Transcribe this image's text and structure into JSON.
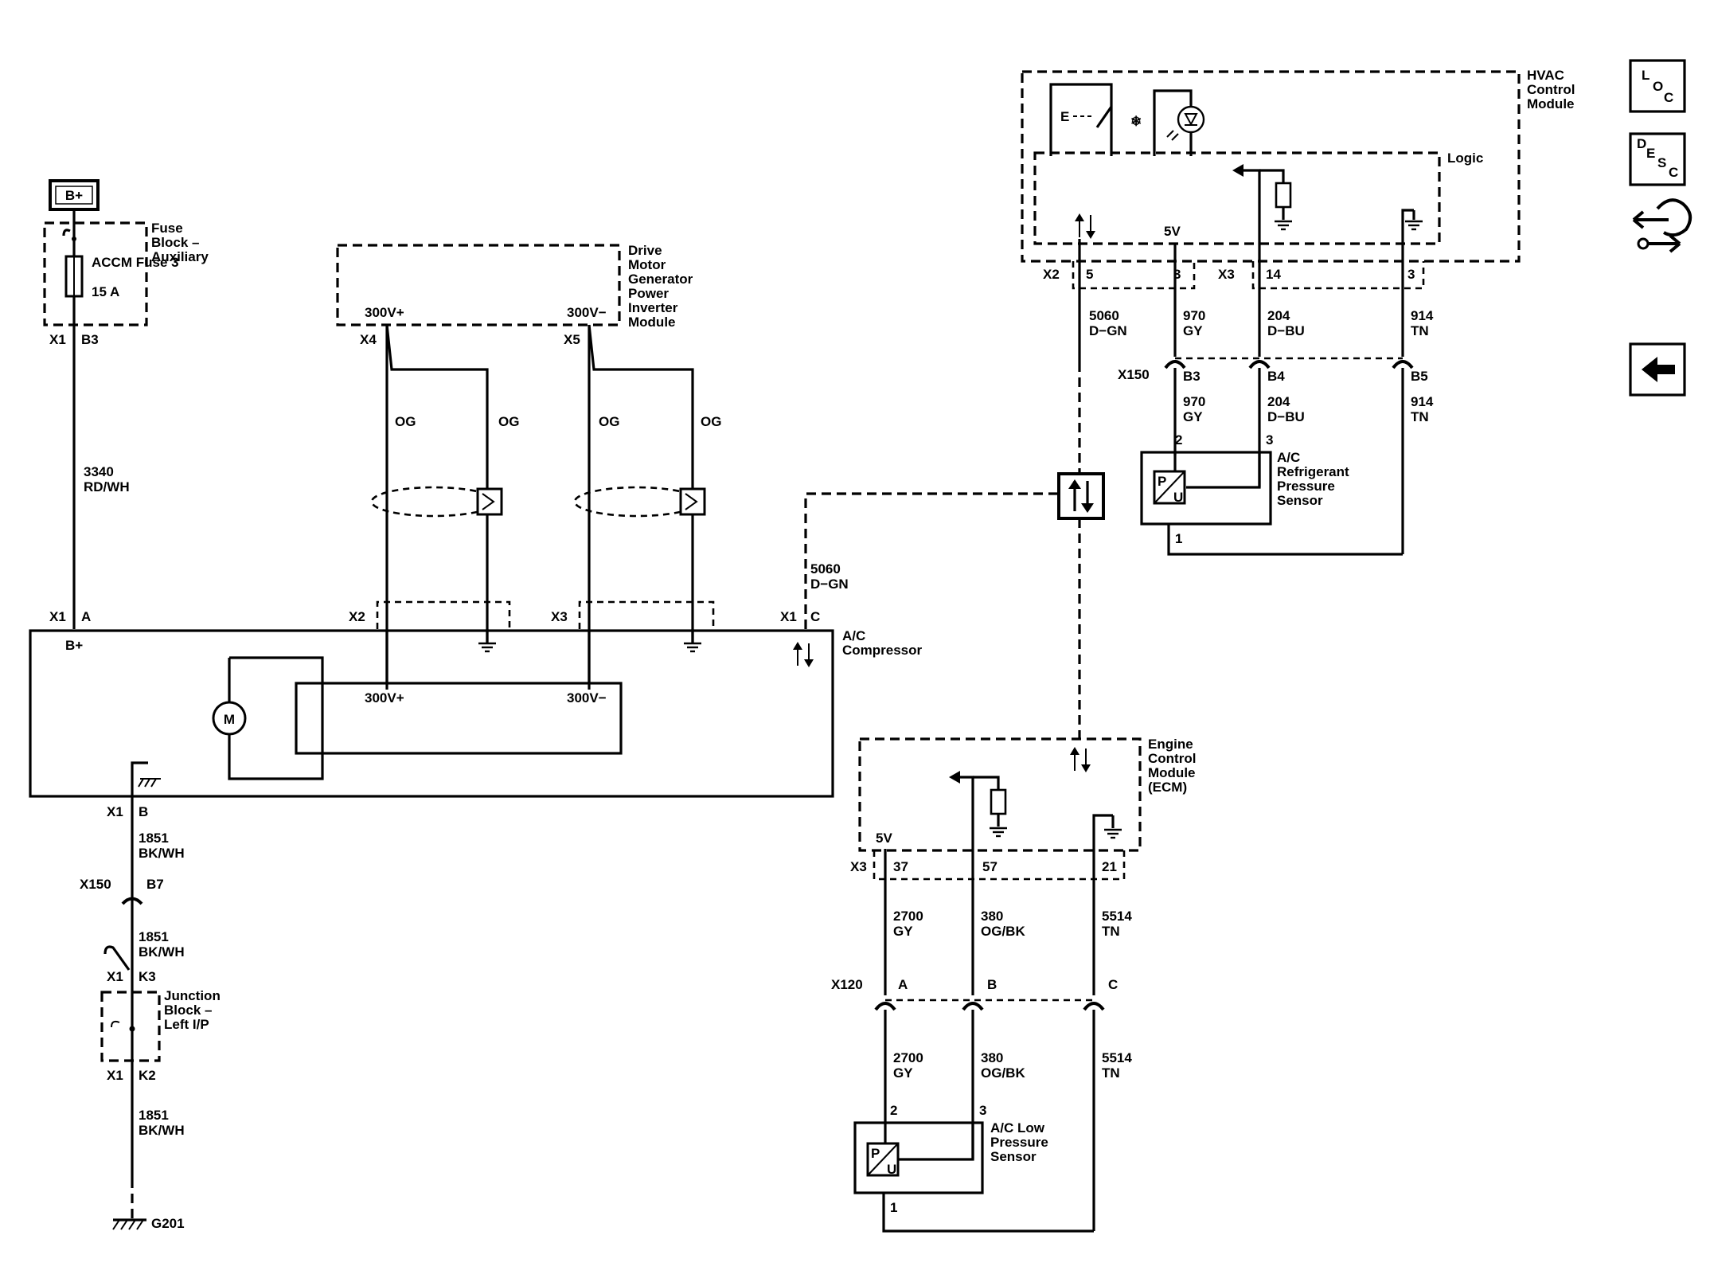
{
  "power": {
    "source": "B+"
  },
  "fuse_block": {
    "name": "Fuse Block – Auxiliary",
    "fuse_name": "ACCM Fuse 3",
    "fuse_rating": "15 A",
    "connector": "X1",
    "pin": "B3"
  },
  "dmgpim": {
    "name": "Drive Motor Generator Power Inverter Module",
    "pos_label": "300V+",
    "neg_label": "300V−",
    "conn_pos": "X4",
    "conn_neg": "X5"
  },
  "hvac": {
    "name": "HVAC Control Module",
    "logic_label": "Logic",
    "v5_label": "5V",
    "conn_x2": "X2",
    "conn_x3": "X3",
    "pin_5": "5",
    "pin_3a": "3",
    "pin_14": "14",
    "pin_3b": "3"
  },
  "compressor": {
    "name": "A/C Compressor",
    "bplus": "B+",
    "motor": "M",
    "pos_label": "300V+",
    "neg_label": "300V−",
    "conn_x1": "X1",
    "conn_x2": "X2",
    "conn_x3": "X3",
    "pin_a": "A",
    "pin_b": "B",
    "pin_c": "C"
  },
  "wires": {
    "w3340": "3340",
    "w3340_color": "RD/WH",
    "og": "OG",
    "w5060": "5060",
    "w5060_color": "D−GN",
    "w970": "970",
    "w970_color": "GY",
    "w204": "204",
    "w204_color": "D−BU",
    "w914": "914",
    "w914_color": "TN",
    "w1851": "1851",
    "w1851_color": "BK/WH",
    "w2700": "2700",
    "w2700_color": "GY",
    "w380": "380",
    "w380_color": "OG/BK",
    "w5514": "5514",
    "w5514_color": "TN"
  },
  "x150_upper": {
    "name": "X150",
    "pin_b3": "B3",
    "pin_b4": "B4",
    "pin_b5": "B5"
  },
  "refrig_sensor": {
    "name": "A/C Refrigerant Pressure Sensor",
    "pin2": "2",
    "pin3": "3",
    "pin1": "1",
    "p": "P",
    "u": "U"
  },
  "ecm": {
    "name": "Engine Control Module (ECM)",
    "v5_label": "5V",
    "conn": "X3",
    "pin37": "37",
    "pin57": "57",
    "pin21": "21"
  },
  "x120": {
    "name": "X120",
    "pin_a": "A",
    "pin_b": "B",
    "pin_c": "C"
  },
  "low_sensor": {
    "name": "A/C Low Pressure Sensor",
    "pin2": "2",
    "pin3": "3",
    "pin1": "1",
    "p": "P",
    "u": "U"
  },
  "x150_lower": {
    "name": "X150",
    "pin": "B7"
  },
  "junction_block": {
    "name": "Junction Block – Left I/P",
    "conn1": "X1",
    "pin_k3": "K3",
    "conn2": "X1",
    "pin_k2": "K2"
  },
  "ground": {
    "name": "G201"
  },
  "nav": {
    "loc_l": "L",
    "loc_o": "O",
    "loc_c": "C",
    "desc_d": "D",
    "desc_e": "E",
    "desc_s": "S",
    "desc_c": "C"
  }
}
